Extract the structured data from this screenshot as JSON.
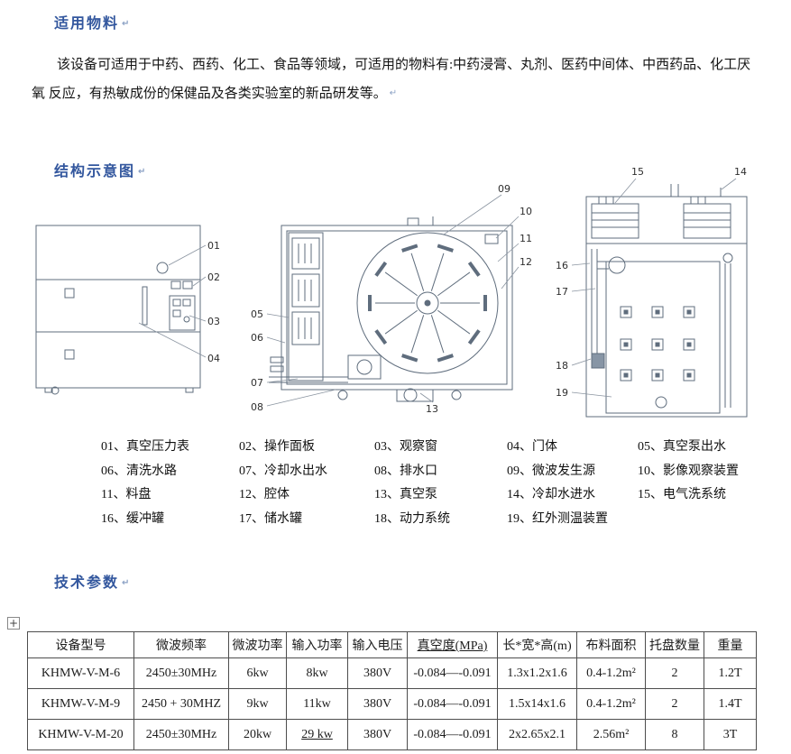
{
  "page": {
    "background": "#ffffff",
    "accent": "#33579e"
  },
  "icons": {
    "paragraph_mark": "↵",
    "table_handle": "+"
  },
  "materials": {
    "heading": "适用物料",
    "body_lines": [
      "该设备可适用于中药、西药、化工、食品等领域，可适用的物料有:中药浸膏、丸剂、医药中间体、中西药品、化工厌",
      "氧 反应，有热敏成份的保健品及各类实验室的新品研发等。"
    ]
  },
  "structure": {
    "heading": "结构示意图",
    "callouts": {
      "n01": "01",
      "n02": "02",
      "n03": "03",
      "n04": "04",
      "n05": "05",
      "n06": "06",
      "n07": "07",
      "n08": "08",
      "n09": "09",
      "n10": "10",
      "n11": "11",
      "n12": "12",
      "n13": "13",
      "n14": "14",
      "n15": "15",
      "n16": "16",
      "n17": "17",
      "n18": "18",
      "n19": "19"
    },
    "legend": [
      "01、真空压力表",
      "02、操作面板",
      "03、观察窗",
      "04、门体",
      "05、真空泵出水",
      "06、清洗水路",
      "07、冷却水出水",
      "08、排水口",
      "09、微波发生源",
      "10、影像观察装置",
      "11、料盘",
      "12、腔体",
      "13、真空泵",
      "14、冷却水进水",
      "15、电气洗系统",
      "16、缓冲罐",
      "17、储水罐",
      "18、动力系统",
      "19、红外测温装置"
    ]
  },
  "specs": {
    "heading": "技术参数",
    "table": {
      "headers": [
        "设备型号",
        "微波频率",
        "微波功率",
        "输入功率",
        "输入电压",
        "真空度(MPa)",
        "长*宽*高(m)",
        "布料面积",
        "托盘数量",
        "重量"
      ],
      "rows": [
        [
          "KHMW-V-M-6",
          "2450±30MHz",
          "6kw",
          "8kw",
          "380V",
          "-0.084—-0.091",
          "1.3x1.2x1.6",
          "0.4-1.2m²",
          "2",
          "1.2T"
        ],
        [
          "KHMW-V-M-9",
          "2450 + 30MHZ",
          "9kw",
          "11kw",
          "380V",
          "-0.084—-0.091",
          "1.5x14x1.6",
          "0.4-1.2m²",
          "2",
          "1.4T"
        ],
        [
          "KHMW-V-M-20",
          "2450±30MHz",
          "20kw",
          "29 kw",
          "380V",
          "-0.084—-0.091",
          "2x2.65x2.1",
          "2.56m²",
          "8",
          "3T"
        ]
      ]
    }
  }
}
